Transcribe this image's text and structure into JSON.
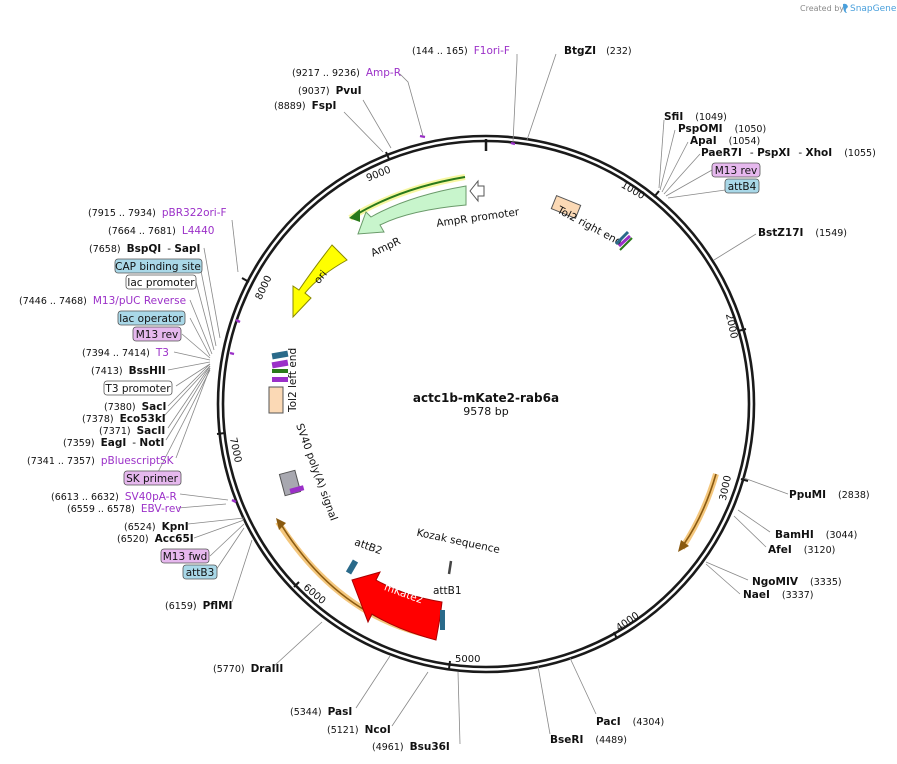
{
  "branding": {
    "created_by": "Created by",
    "product": "SnapGene"
  },
  "plasmid": {
    "name": "actc1b-mKate2-rab6a",
    "length_label": "9578 bp"
  },
  "ticks": [
    "1000",
    "2000",
    "3000",
    "4000",
    "5000",
    "6000",
    "7000",
    "8000",
    "9000"
  ],
  "sites": [
    {
      "name": "BtgZI",
      "pos": "(232)"
    },
    {
      "name": "SfiI",
      "pos": "(1049)"
    },
    {
      "name": "PspOMI",
      "pos": "(1050)"
    },
    {
      "name": "ApaI",
      "pos": "(1054)"
    },
    {
      "name": "PaeR7I",
      "extra": "PspXI",
      "extra2": "XhoI",
      "pos": "(1055)"
    },
    {
      "name": "BstZ17I",
      "pos": "(1549)"
    },
    {
      "name": "PpuMI",
      "pos": "(2838)"
    },
    {
      "name": "BamHI",
      "pos": "(3044)"
    },
    {
      "name": "AfeI",
      "pos": "(3120)"
    },
    {
      "name": "NgoMIV",
      "pos": "(3335)"
    },
    {
      "name": "NaeI",
      "pos": "(3337)"
    },
    {
      "name": "PacI",
      "pos": "(4304)"
    },
    {
      "name": "BseRI",
      "pos": "(4489)"
    },
    {
      "name": "Bsu36I",
      "pos": "(4961)"
    },
    {
      "name": "NcoI",
      "pos": "(5121)"
    },
    {
      "name": "PasI",
      "pos": "(5344)"
    },
    {
      "name": "DraIII",
      "pos": "(5770)"
    },
    {
      "name": "PflMI",
      "pos": "(6159)"
    },
    {
      "name": "Acc65I",
      "pos": "(6520)"
    },
    {
      "name": "KpnI",
      "pos": "(6524)"
    },
    {
      "name": "EagI",
      "extra": "NotI",
      "pos": "(7359)"
    },
    {
      "name": "SacII",
      "pos": "(7371)"
    },
    {
      "name": "Eco53kI",
      "pos": "(7378)"
    },
    {
      "name": "SacI",
      "pos": "(7380)"
    },
    {
      "name": "BssHII",
      "pos": "(7413)"
    },
    {
      "name": "BspQI",
      "extra": "SapI",
      "pos": "(7658)"
    },
    {
      "name": "FspI",
      "pos": "(8889)"
    },
    {
      "name": "PvuI",
      "pos": "(9037)"
    }
  ],
  "primers": [
    {
      "name": "F1ori-F",
      "range": "(144 .. 165)"
    },
    {
      "name": "Amp-R",
      "range": "(9217 .. 9236)"
    },
    {
      "name": "pBR322ori-F",
      "range": "(7915 .. 7934)"
    },
    {
      "name": "L4440",
      "range": "(7664 .. 7681)"
    },
    {
      "name": "M13/pUC Reverse",
      "range": "(7446 .. 7468)"
    },
    {
      "name": "T3",
      "range": "(7394 .. 7414)"
    },
    {
      "name": "pBluescriptSK",
      "range": "(7341 .. 7357)"
    },
    {
      "name": "SV40pA-R",
      "range": "(6613 .. 6632)"
    },
    {
      "name": "EBV-rev",
      "range": "(6559 .. 6578)"
    }
  ],
  "boxed_labels": [
    {
      "text": "M13 rev",
      "color": "#e6b8ee"
    },
    {
      "text": "attB4",
      "color": "#a9d8e8"
    },
    {
      "text": "CAP binding site",
      "color": "#a9d8e8"
    },
    {
      "text": "lac promoter",
      "color": "#ffffff"
    },
    {
      "text": "lac operator",
      "color": "#a9d8e8"
    },
    {
      "text": "M13 rev",
      "color": "#e6b8ee"
    },
    {
      "text": "T3 promoter",
      "color": "#ffffff"
    },
    {
      "text": "SK primer",
      "color": "#e6b8ee"
    },
    {
      "text": "M13 fwd",
      "color": "#e6b8ee"
    },
    {
      "text": "attB3",
      "color": "#a9d8e8"
    }
  ],
  "features": {
    "ampr_promoter": "AmpR promoter",
    "ampr": "AmpR",
    "ori": "ori",
    "tol2_right": "Tol2 right end",
    "tol2_left": "Tol2 left end",
    "sv40": "SV40 poly(A) signal",
    "kozak": "Kozak sequence",
    "attb2": "attB2",
    "attb1": "attB1",
    "mkate2": "mKate2"
  },
  "colors": {
    "backbone": "#1a1a1a",
    "primer": "#9b30c8",
    "ampr": "#c8f5cc",
    "ori": "#ffff00",
    "mkate2": "#ff0000",
    "tol2": "#fbd9b5",
    "orf_outline": "#f4c77d"
  }
}
